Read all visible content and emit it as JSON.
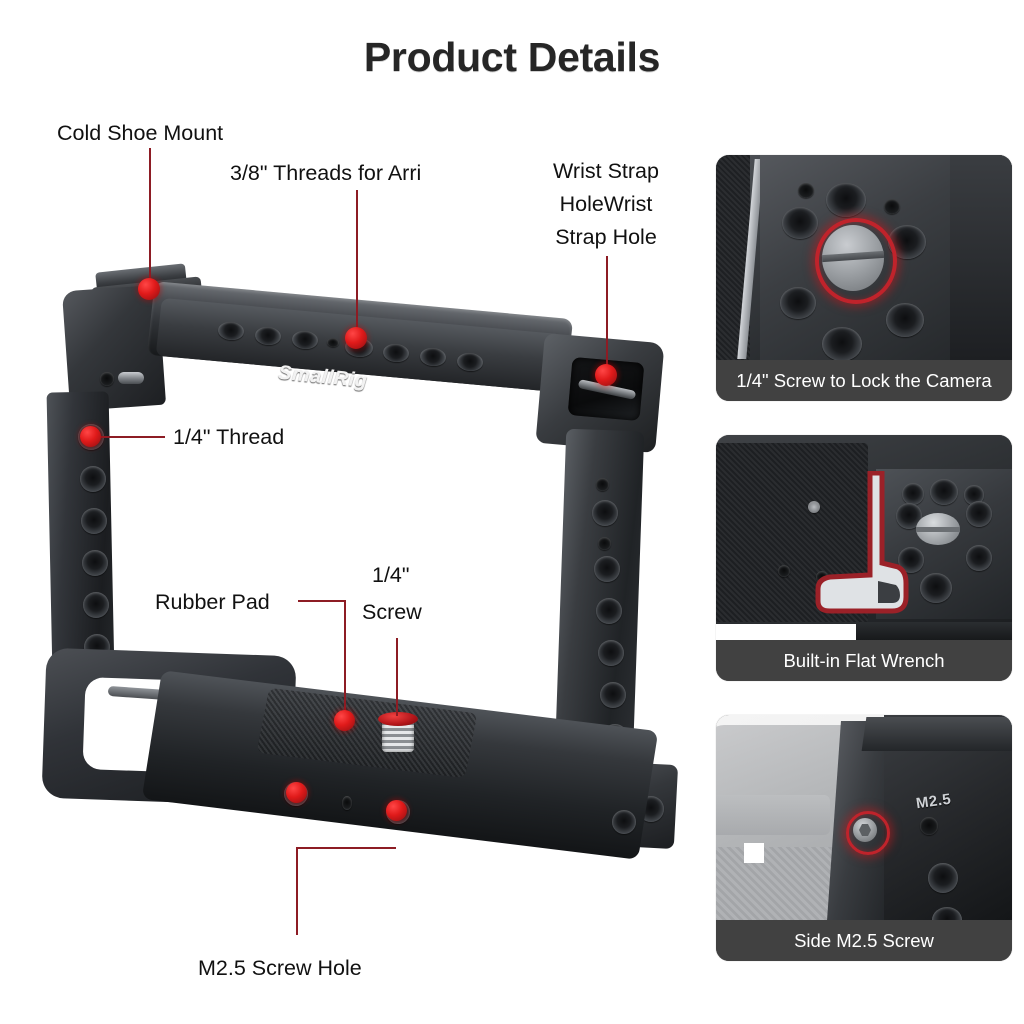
{
  "page": {
    "title": "Product Details",
    "brand": "SmallRig",
    "background_color": "#ffffff",
    "accent_color": "#8d1c24",
    "label_color": "#111111"
  },
  "callouts": [
    {
      "id": "cold-shoe-mount",
      "label": "Cold Shoe Mount"
    },
    {
      "id": "threads-arri",
      "label": "3/8\" Threads for Arri"
    },
    {
      "id": "wrist-strap-hole",
      "label": "Wrist Strap HoleWrist Strap Hole"
    },
    {
      "id": "quarter-thread",
      "label": "1/4\" Thread"
    },
    {
      "id": "rubber-pad",
      "label": "Rubber Pad"
    },
    {
      "id": "quarter-screw",
      "label": "1/4\"\nScrew"
    },
    {
      "id": "quarter-screw-l1",
      "label": "1/4\""
    },
    {
      "id": "quarter-screw-l2",
      "label": "Screw"
    },
    {
      "id": "m25-screw-hole",
      "label": "M2.5 Screw Hole"
    }
  ],
  "panels": [
    {
      "id": "lock-camera",
      "caption": "1/4\" Screw to Lock the Camera",
      "subject": "close-up of cage top plate threaded holes with a red-highlighted 1/4 inch slotted screw"
    },
    {
      "id": "flat-wrench",
      "caption": "Built-in Flat Wrench",
      "subject": "camera base plate with a light gray L-shaped flat wrench outlined in red"
    },
    {
      "id": "side-m25-screw",
      "caption": "Side M2.5 Screw",
      "subject": "camera side with cage rail, engraved M2.5 marking and a red-highlighted hex screw",
      "engraved_text": "M2.5"
    }
  ]
}
